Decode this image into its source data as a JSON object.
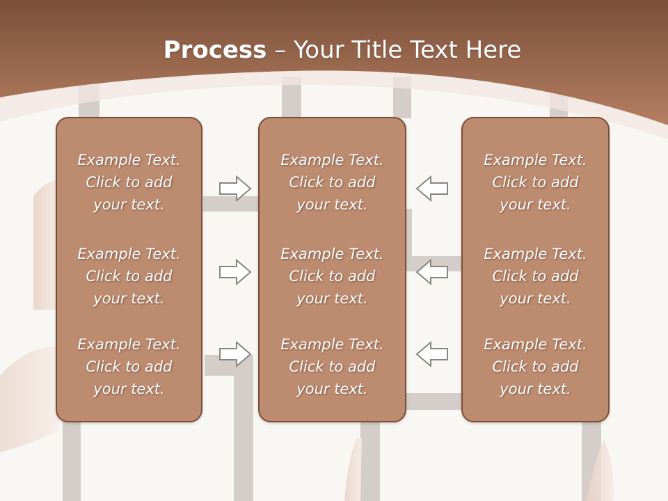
{
  "slide": {
    "title_bold": "Process",
    "title_dash": " – ",
    "title_rest": "Your Title Text Here"
  },
  "columns": [
    {
      "items": [
        {
          "l1": "Example Text.",
          "l2": "Click  to add",
          "l3": "your text."
        },
        {
          "l1": "Example Text.",
          "l2": "Click  to add",
          "l3": "your text."
        },
        {
          "l1": "Example Text.",
          "l2": "Click  to add",
          "l3": "your text."
        }
      ]
    },
    {
      "items": [
        {
          "l1": "Example Text.",
          "l2": "Click  to add",
          "l3": "your text."
        },
        {
          "l1": "Example Text.",
          "l2": "Click  to add",
          "l3": "your text."
        },
        {
          "l1": "Example Text.",
          "l2": "Click  to add",
          "l3": "your text."
        }
      ]
    },
    {
      "items": [
        {
          "l1": "Example Text.",
          "l2": "Click  to add",
          "l3": "your text."
        },
        {
          "l1": "Example Text.",
          "l2": "Click  to add",
          "l3": "your text."
        },
        {
          "l1": "Example Text.",
          "l2": "Click  to add",
          "l3": "your text."
        }
      ]
    }
  ],
  "arrows": {
    "left_group": "right-arrow-icon",
    "right_group": "left-arrow-icon"
  },
  "colors": {
    "header": "#a8705a",
    "box_fill": "#bd8b6f",
    "box_border": "#7a4d39",
    "text": "#ffffff"
  }
}
